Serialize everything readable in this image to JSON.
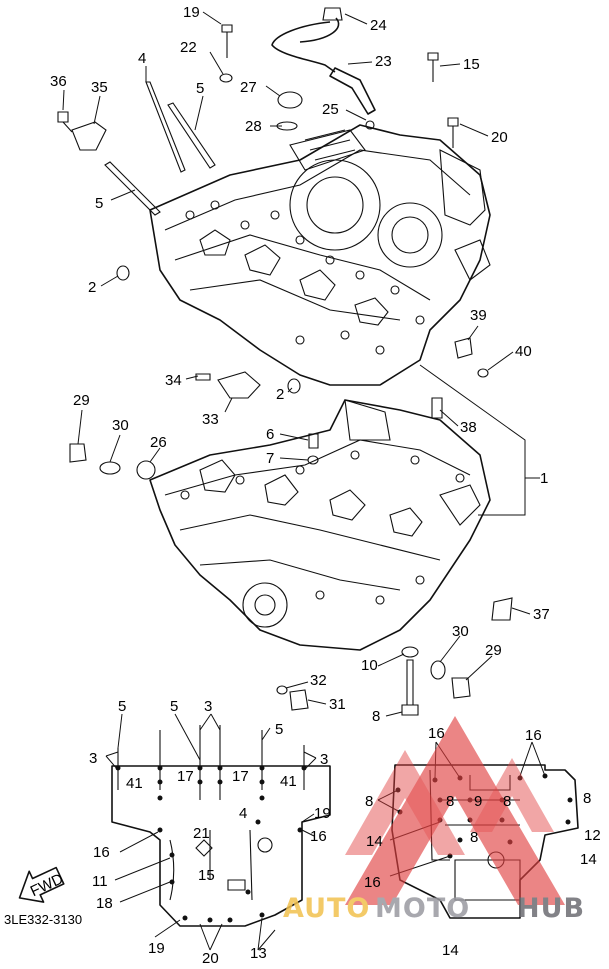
{
  "diagram": {
    "code": "3LE332-3130",
    "fwd_label": "FWD",
    "watermark": {
      "auto": "AUTO",
      "moto": "MOTO",
      "hub": "HUB",
      "accent": "#e04040",
      "gold": "#f2c14e",
      "gray": "#9a9aa0"
    },
    "callouts": {
      "c19a": "19",
      "c24": "24",
      "c22": "22",
      "c23": "23",
      "c15": "15",
      "c4": "4",
      "c5a": "5",
      "c36": "36",
      "c35": "35",
      "c27": "27",
      "c25": "25",
      "c28": "28",
      "c20": "20",
      "c5b": "5",
      "c2a": "2",
      "c39": "39",
      "c40": "40",
      "c34": "34",
      "c2b": "2",
      "c33": "33",
      "c38": "38",
      "c29a": "29",
      "c30a": "30",
      "c26": "26",
      "c6": "6",
      "c7": "7",
      "c1": "1",
      "c37": "37",
      "c30b": "30",
      "c29b": "29",
      "c10": "10",
      "c32": "32",
      "c31": "31",
      "c8": "8"
    },
    "bolt_diagram": {
      "b5a": "5",
      "b5b": "5",
      "b3a": "3",
      "b5c": "5",
      "b3b": "3",
      "b3c": "3",
      "b41a": "41",
      "b17a": "17",
      "b17b": "17",
      "b41b": "41",
      "b4": "4",
      "b19": "19",
      "b16a": "16",
      "b21": "21",
      "b16b": "16",
      "b11": "11",
      "b15": "15",
      "b18": "18",
      "b19b": "19",
      "b20": "20",
      "b13": "13",
      "r16": "16",
      "r16b": "16",
      "r8a": "8",
      "r8b": "8",
      "r9": "9",
      "r8c": "8",
      "r8d": "8",
      "r12": "12",
      "r14a": "14",
      "r8e": "8",
      "r14b": "14",
      "r16c": "16",
      "r14c": "14"
    }
  }
}
